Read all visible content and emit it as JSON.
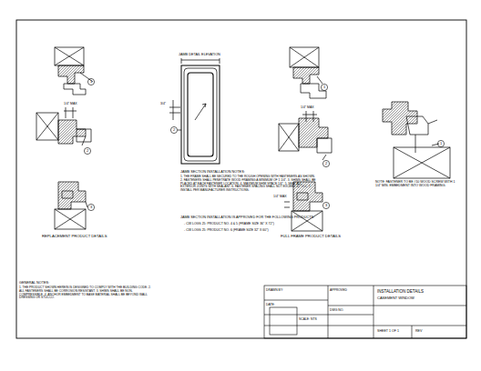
{
  "diagram": {
    "title": "JAMB DETAIL ELEVATION",
    "labels": [
      "REPLACEMENT PRODUCT DETAILS",
      "FULL FRAME PRODUCT DETAILS",
      "JAMB SECTION INSTALLATION NOTES:",
      "1. THE FRAME SHALL BE SECURED TO THE ROUGH OPENING WITH FASTENERS AS SHOWN. 2. FASTENERS SHALL PENETRATE WOOD FRAMING A MINIMUM OF 1 1/4\". 3. SHIMS SHALL BE PLACED AT EACH FASTENER LOCATION. 4. MAXIMUM SHIM SPACE 1/4\". 5. SEAL ALL EXTERIOR JOINTS WITH SEALANT. 6. FASTENER SPACING SHALL NOT EXCEED 12\" O.C. 7. INSTALL PER MANUFACTURER INSTRUCTIONS.",
      "JAMB SECTION INSTALLATION IS APPROVED FOR THE FOLLOWING PRODUCTS:",
      "- CW LOGS 25: PRODUCT NO. 4 & 5 (FRAME SIZE 36\" X 72\")",
      "- CW LOGS 25: PRODUCT NO. 6 (FRAME SIZE 32\" X 60\")",
      "NOTE: FASTENER TO BE #10 WOOD SCREW WITH 1 1/4\" MIN. EMBEDMENT INTO WOOD FRAMING.",
      "GENERAL NOTES:",
      "1. THE PRODUCT SHOWN HEREIN IS DESIGNED TO COMPLY WITH THE BUILDING CODE. 2. ALL FASTENERS SHALL BE CORROSION RESISTANT. 3. SHIMS SHALL BE NON-COMPRESSIBLE. 4. ANCHOR EMBEDMENT TO BASE MATERIAL SHALL BE BEYOND WALL DRESSING OR STUCCO.",
      "1",
      "2",
      "3",
      "1",
      "2",
      "3",
      "1",
      "2",
      "1/4\" MAX",
      "1/4\" MAX",
      "1/4\" MAX",
      "3/4\"",
      "DRAWN BY:",
      "DATE:",
      "SCALE: NTS",
      "INSTALLATION DETAILS",
      "CASEMENT WINDOW",
      "DWG NO.",
      "SHEET 1 OF 1",
      "REV",
      "APPROVED"
    ]
  }
}
